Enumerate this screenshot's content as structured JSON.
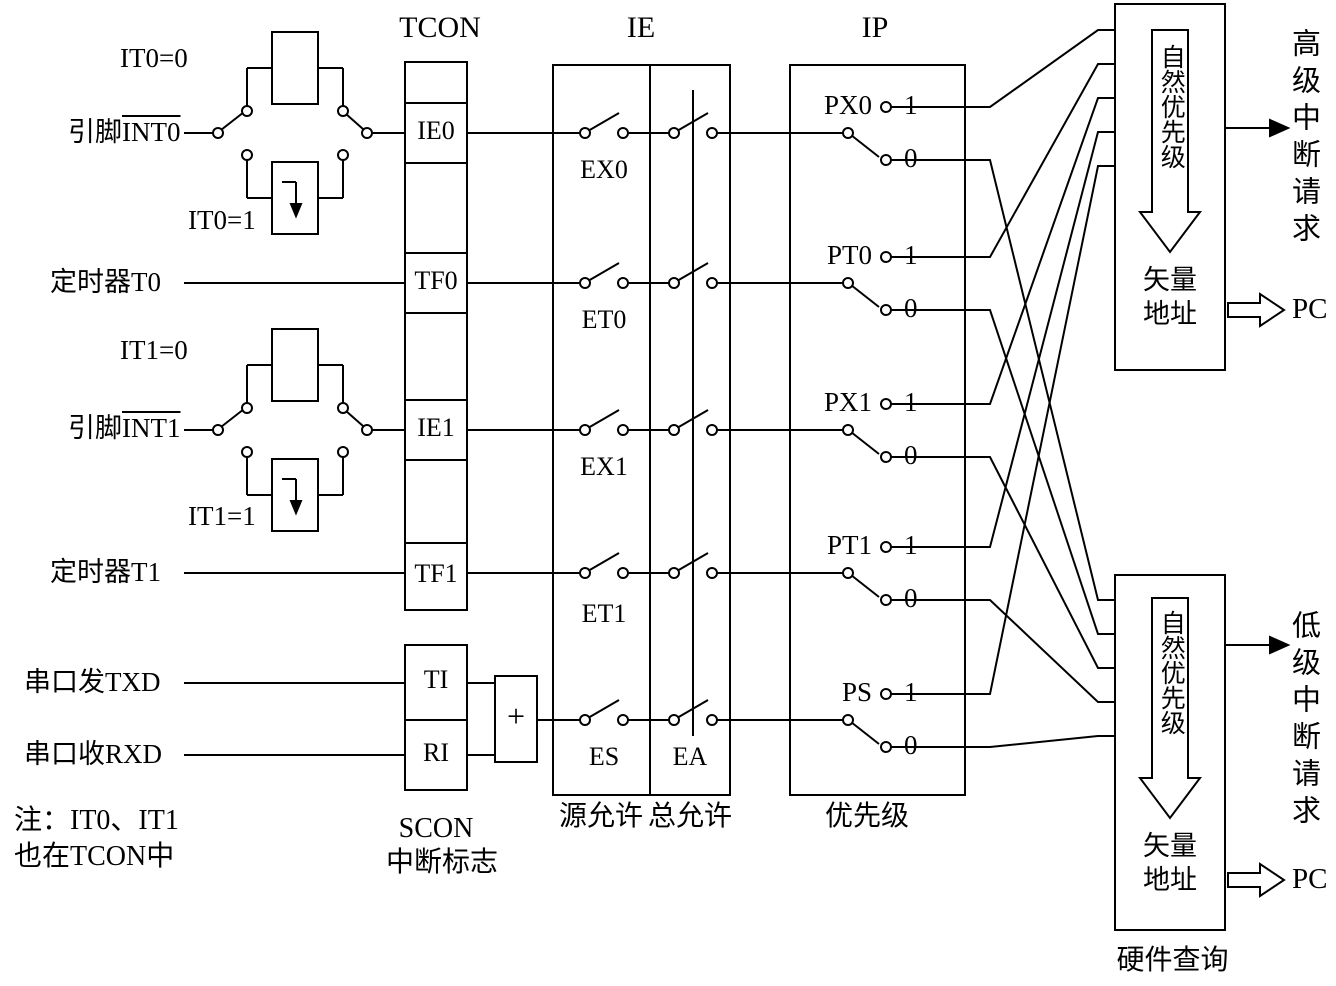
{
  "diagram": {
    "headers": {
      "tcon": "TCON",
      "ie": "IE",
      "ip": "IP"
    },
    "inputs": {
      "it0_level": "IT0=0",
      "it0_edge": "IT0=1",
      "it1_level": "IT1=0",
      "it1_edge": "IT1=1",
      "pin_prefix": "引脚",
      "int0": "INT0",
      "int1": "INT1",
      "timer_t0": "定时器T0",
      "timer_t1": "定时器T1",
      "serial_tx": "串口发TXD",
      "serial_rx": "串口收RXD"
    },
    "tcon_bits": [
      "IE0",
      "TF0",
      "IE1",
      "TF1"
    ],
    "scon_bits": [
      "TI",
      "RI"
    ],
    "or_gate": "+",
    "ie_bits": [
      "EX0",
      "ET0",
      "EX1",
      "ET1",
      "ES"
    ],
    "ea_bit": "EA",
    "ip_groups": [
      {
        "label": "PX0",
        "one": "1",
        "zero": "0"
      },
      {
        "label": "PT0",
        "one": "1",
        "zero": "0"
      },
      {
        "label": "PX1",
        "one": "1",
        "zero": "0"
      },
      {
        "label": "PT1",
        "one": "1",
        "zero": "0"
      },
      {
        "label": "PS",
        "one": "1",
        "zero": "0"
      }
    ],
    "captions": {
      "scon_line1": "SCON",
      "scon_line2": "中断标志",
      "source_enable": "源允许",
      "global_enable": "总允许",
      "priority": "优先级",
      "hardware_query": "硬件查询",
      "note_line1": "注：IT0、IT1",
      "note_line2": "也在TCON中"
    },
    "blocks": {
      "natural_priority": "自然优先级",
      "vector_line1": "矢量",
      "vector_line2": "地址",
      "high_request": "高级中断请求",
      "low_request": "低级中断请求",
      "pc": "PC"
    },
    "colors": {
      "line": "#000000",
      "background": "#ffffff"
    }
  }
}
